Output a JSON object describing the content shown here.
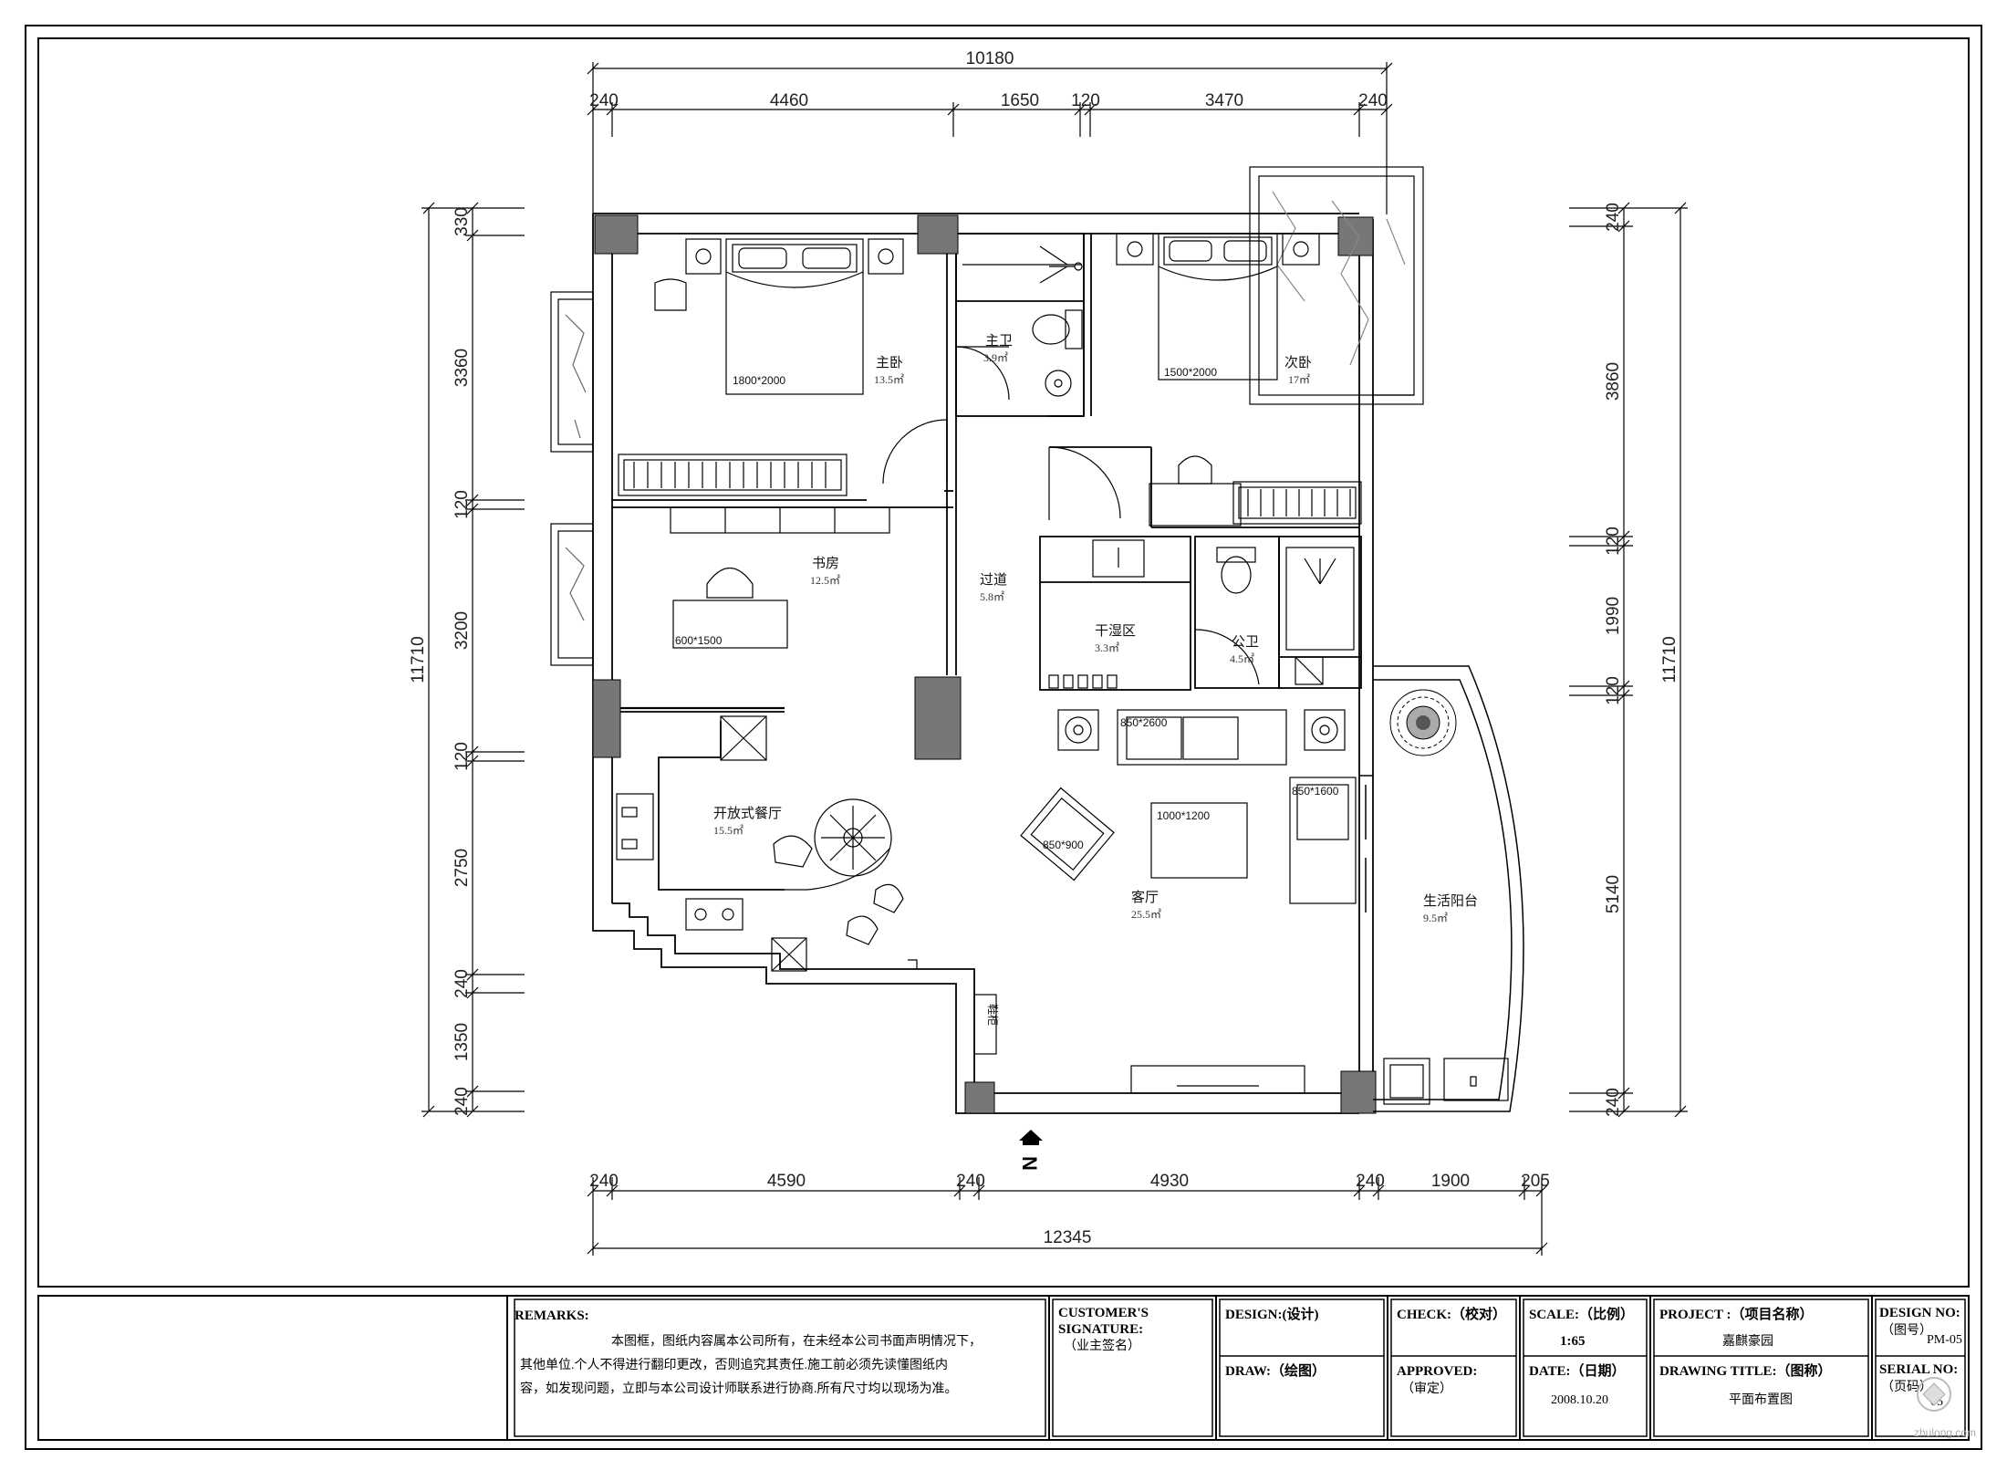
{
  "dimensions": {
    "top_total": "10180",
    "top": [
      "240",
      "4460",
      "1650",
      "120",
      "3470",
      "240"
    ],
    "bottom": [
      "240",
      "4590",
      "240",
      "4930",
      "240",
      "1900",
      "205"
    ],
    "bottom_total": "12345",
    "left": [
      "330",
      "3360",
      "120",
      "3200",
      "120",
      "2750",
      "240",
      "1350",
      "240"
    ],
    "left_total": "11710",
    "right": [
      "240",
      "3860",
      "120",
      "1990",
      "120",
      "5140",
      "240"
    ],
    "right_total": "11710"
  },
  "rooms": {
    "master_bed": {
      "name": "主卧",
      "area": "13.5㎡"
    },
    "master_bath": {
      "name": "主卫",
      "area": "3.9㎡"
    },
    "second_bed": {
      "name": "次卧",
      "area": "17㎡"
    },
    "study": {
      "name": "书房",
      "area": "12.5㎡"
    },
    "corridor": {
      "name": "过道",
      "area": "5.8㎡"
    },
    "dry_area": {
      "name": "干湿区",
      "area": "3.3㎡"
    },
    "guest_bath": {
      "name": "公卫",
      "area": "4.5㎡"
    },
    "kitchen_dining": {
      "name": "开放式餐厅",
      "area": "15.5㎡"
    },
    "living": {
      "name": "客厅",
      "area": "25.5㎡"
    },
    "balcony": {
      "name": "生活阳台",
      "area": "9.5㎡"
    }
  },
  "furniture": {
    "master_bed_size": "1800*2000",
    "second_bed_size": "1500*2000",
    "desk_size": "600*1500",
    "sofa_size": "850*2600",
    "side_sofa_size": "850*1600",
    "coffee_table_size": "1000*1200",
    "armchair_size": "850*900",
    "shoe_cabinet": "鞋柜"
  },
  "north_label": "N",
  "title_block": {
    "remarks_label": "REMARKS:",
    "remarks_text": [
      "本图框，图纸内容属本公司所有，在未经本公司书面声明情况下，",
      "其他单位.个人不得进行翻印更改，否则追究其责任.施工前必须先读懂图纸内",
      "容，如发现问题，立即与本公司设计师联系进行协商.所有尺寸均以现场为准。"
    ],
    "customer_label": "CUSTOMER'S",
    "signature_label": "SIGNATURE:",
    "signature_cn": "（业主签名）",
    "design_label": "DESIGN:(设计)",
    "draw_label": "DRAW:（绘图）",
    "check_label": "CHECK:（校对）",
    "approved_label": "APPROVED:",
    "approved_cn": "（审定）",
    "scale_label": "SCALE:（比例）",
    "scale_value": "1:65",
    "date_label": "DATE:（日期）",
    "date_value": "2008.10.20",
    "project_label": "PROJECT :（项目名称）",
    "project_value": "嘉麒豪园",
    "drawing_title_label": "DRAWING TITLE:（图称）",
    "drawing_title_value": "平面布置图",
    "design_no_label": "DESIGN NO:",
    "design_no_cn": "（图号）",
    "design_no_value": "PM-05",
    "serial_no_label": "SERIAL NO:",
    "serial_no_cn": "（页码）",
    "serial_no_value": "05"
  },
  "watermark": "zhulong.com"
}
